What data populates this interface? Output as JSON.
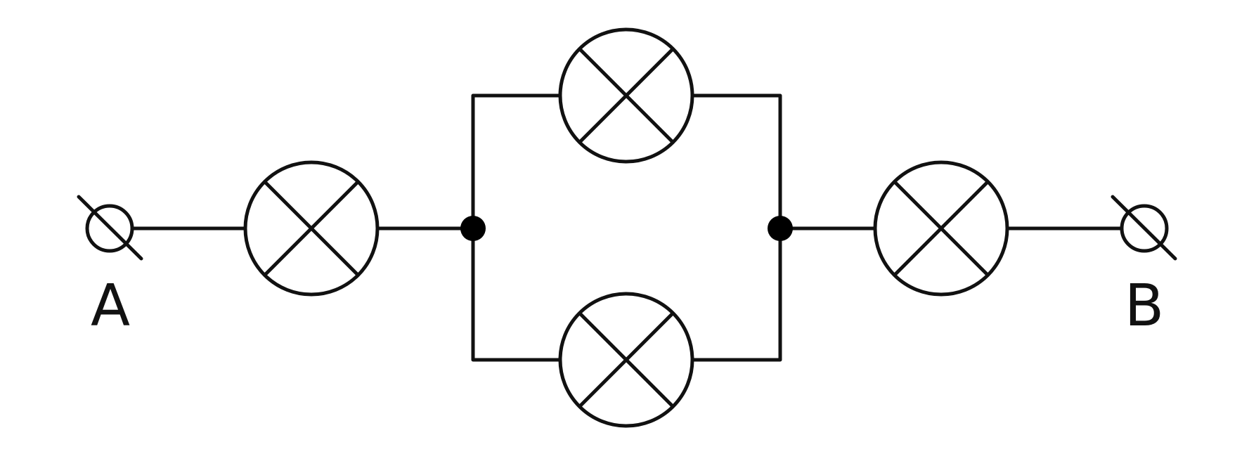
{
  "diagram": {
    "type": "electrical-circuit",
    "stroke_color": "#111111",
    "terminals": [
      {
        "id": "terminal-a",
        "label": "A"
      },
      {
        "id": "terminal-b",
        "label": "B"
      }
    ],
    "lamps": [
      {
        "id": "lamp-1",
        "position": "series-left"
      },
      {
        "id": "lamp-2",
        "position": "parallel-top"
      },
      {
        "id": "lamp-3",
        "position": "parallel-bottom"
      },
      {
        "id": "lamp-4",
        "position": "series-right"
      }
    ],
    "junctions": [
      {
        "id": "junction-left"
      },
      {
        "id": "junction-right"
      }
    ]
  }
}
